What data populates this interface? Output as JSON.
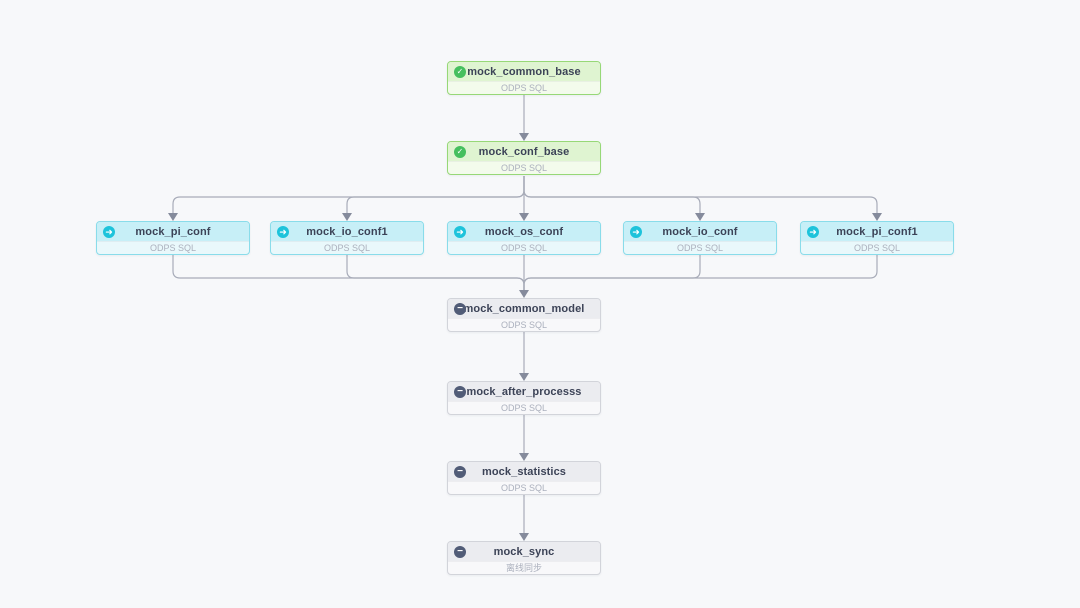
{
  "canvas": {
    "background": "#f7f8fa"
  },
  "colors": {
    "edge_line": "#a8acb9",
    "edge_arrow": "#858b9c",
    "success_border": "#97d877",
    "success_header": "#dff4d1",
    "success_icon": "#45bf5e",
    "running_border": "#89dcea",
    "running_header": "#c7eff7",
    "running_icon": "#1ec3db",
    "pending_border": "#d2d4da",
    "pending_header": "#ebecf0",
    "pending_icon": "#515c77",
    "title_text": "#3c4357",
    "subtitle_text": "#abb0bd"
  },
  "icons": {
    "success": "✓",
    "running": "➜",
    "pending": "−"
  },
  "nodes": [
    {
      "id": "mock_common_base",
      "title": "mock_common_base",
      "subtitle": "ODPS SQL",
      "status": "success"
    },
    {
      "id": "mock_conf_base",
      "title": "mock_conf_base",
      "subtitle": "ODPS SQL",
      "status": "success"
    },
    {
      "id": "mock_pi_conf",
      "title": "mock_pi_conf",
      "subtitle": "ODPS SQL",
      "status": "running"
    },
    {
      "id": "mock_io_conf1",
      "title": "mock_io_conf1",
      "subtitle": "ODPS SQL",
      "status": "running"
    },
    {
      "id": "mock_os_conf",
      "title": "mock_os_conf",
      "subtitle": "ODPS SQL",
      "status": "running"
    },
    {
      "id": "mock_io_conf",
      "title": "mock_io_conf",
      "subtitle": "ODPS SQL",
      "status": "running"
    },
    {
      "id": "mock_pi_conf1",
      "title": "mock_pi_conf1",
      "subtitle": "ODPS SQL",
      "status": "running"
    },
    {
      "id": "mock_common_model",
      "title": "mock_common_model",
      "subtitle": "ODPS SQL",
      "status": "pending"
    },
    {
      "id": "mock_after_processs",
      "title": "mock_after_processs",
      "subtitle": "ODPS SQL",
      "status": "pending"
    },
    {
      "id": "mock_statistics",
      "title": "mock_statistics",
      "subtitle": "ODPS SQL",
      "status": "pending"
    },
    {
      "id": "mock_sync",
      "title": "mock_sync",
      "subtitle": "离线同步",
      "status": "pending"
    }
  ],
  "edges": [
    {
      "from": "mock_common_base",
      "to": "mock_conf_base"
    },
    {
      "from": "mock_conf_base",
      "to": "mock_pi_conf"
    },
    {
      "from": "mock_conf_base",
      "to": "mock_io_conf1"
    },
    {
      "from": "mock_conf_base",
      "to": "mock_os_conf"
    },
    {
      "from": "mock_conf_base",
      "to": "mock_io_conf"
    },
    {
      "from": "mock_conf_base",
      "to": "mock_pi_conf1"
    },
    {
      "from": "mock_pi_conf",
      "to": "mock_common_model"
    },
    {
      "from": "mock_io_conf1",
      "to": "mock_common_model"
    },
    {
      "from": "mock_os_conf",
      "to": "mock_common_model"
    },
    {
      "from": "mock_io_conf",
      "to": "mock_common_model"
    },
    {
      "from": "mock_pi_conf1",
      "to": "mock_common_model"
    },
    {
      "from": "mock_common_model",
      "to": "mock_after_processs"
    },
    {
      "from": "mock_after_processs",
      "to": "mock_statistics"
    },
    {
      "from": "mock_statistics",
      "to": "mock_sync"
    }
  ]
}
